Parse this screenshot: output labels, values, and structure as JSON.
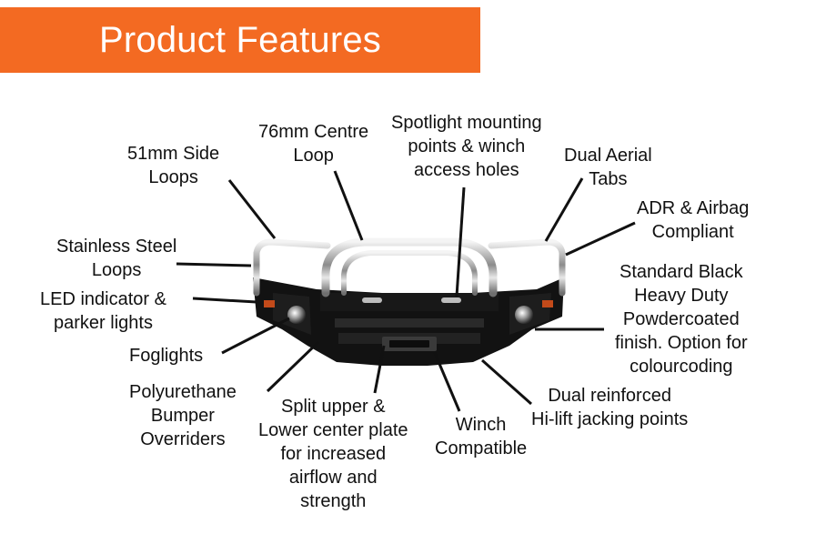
{
  "banner": {
    "title": "Product Features",
    "color": "#f36a22"
  },
  "image": {
    "subject": "bull-bar",
    "finish_color": "#111111",
    "loop_color": "#c9c9c9"
  },
  "labels": {
    "side_loops": [
      "51mm Side",
      "Loops"
    ],
    "centre_loop": [
      "76mm Centre",
      "Loop"
    ],
    "spotlight": [
      "Spotlight mounting",
      "points & winch",
      "access holes"
    ],
    "aerial_tabs": [
      "Dual Aerial",
      "Tabs"
    ],
    "adr": [
      "ADR & Airbag",
      "Compliant"
    ],
    "stainless": [
      "Stainless Steel",
      "Loops"
    ],
    "led": [
      "LED indicator &",
      "parker lights"
    ],
    "powdercoat": [
      "Standard Black",
      "Heavy Duty",
      "Powdercoated",
      "finish. Option for",
      "colourcoding"
    ],
    "foglights": [
      "Foglights"
    ],
    "overriders": [
      "Polyurethane",
      "Bumper",
      "Overriders"
    ],
    "split_plate": [
      "Split upper &",
      "Lower center plate",
      "for increased",
      "airflow and",
      "strength"
    ],
    "winch": [
      "Winch",
      "Compatible"
    ],
    "hilift": [
      "Dual reinforced",
      "Hi-lift jacking points"
    ]
  }
}
